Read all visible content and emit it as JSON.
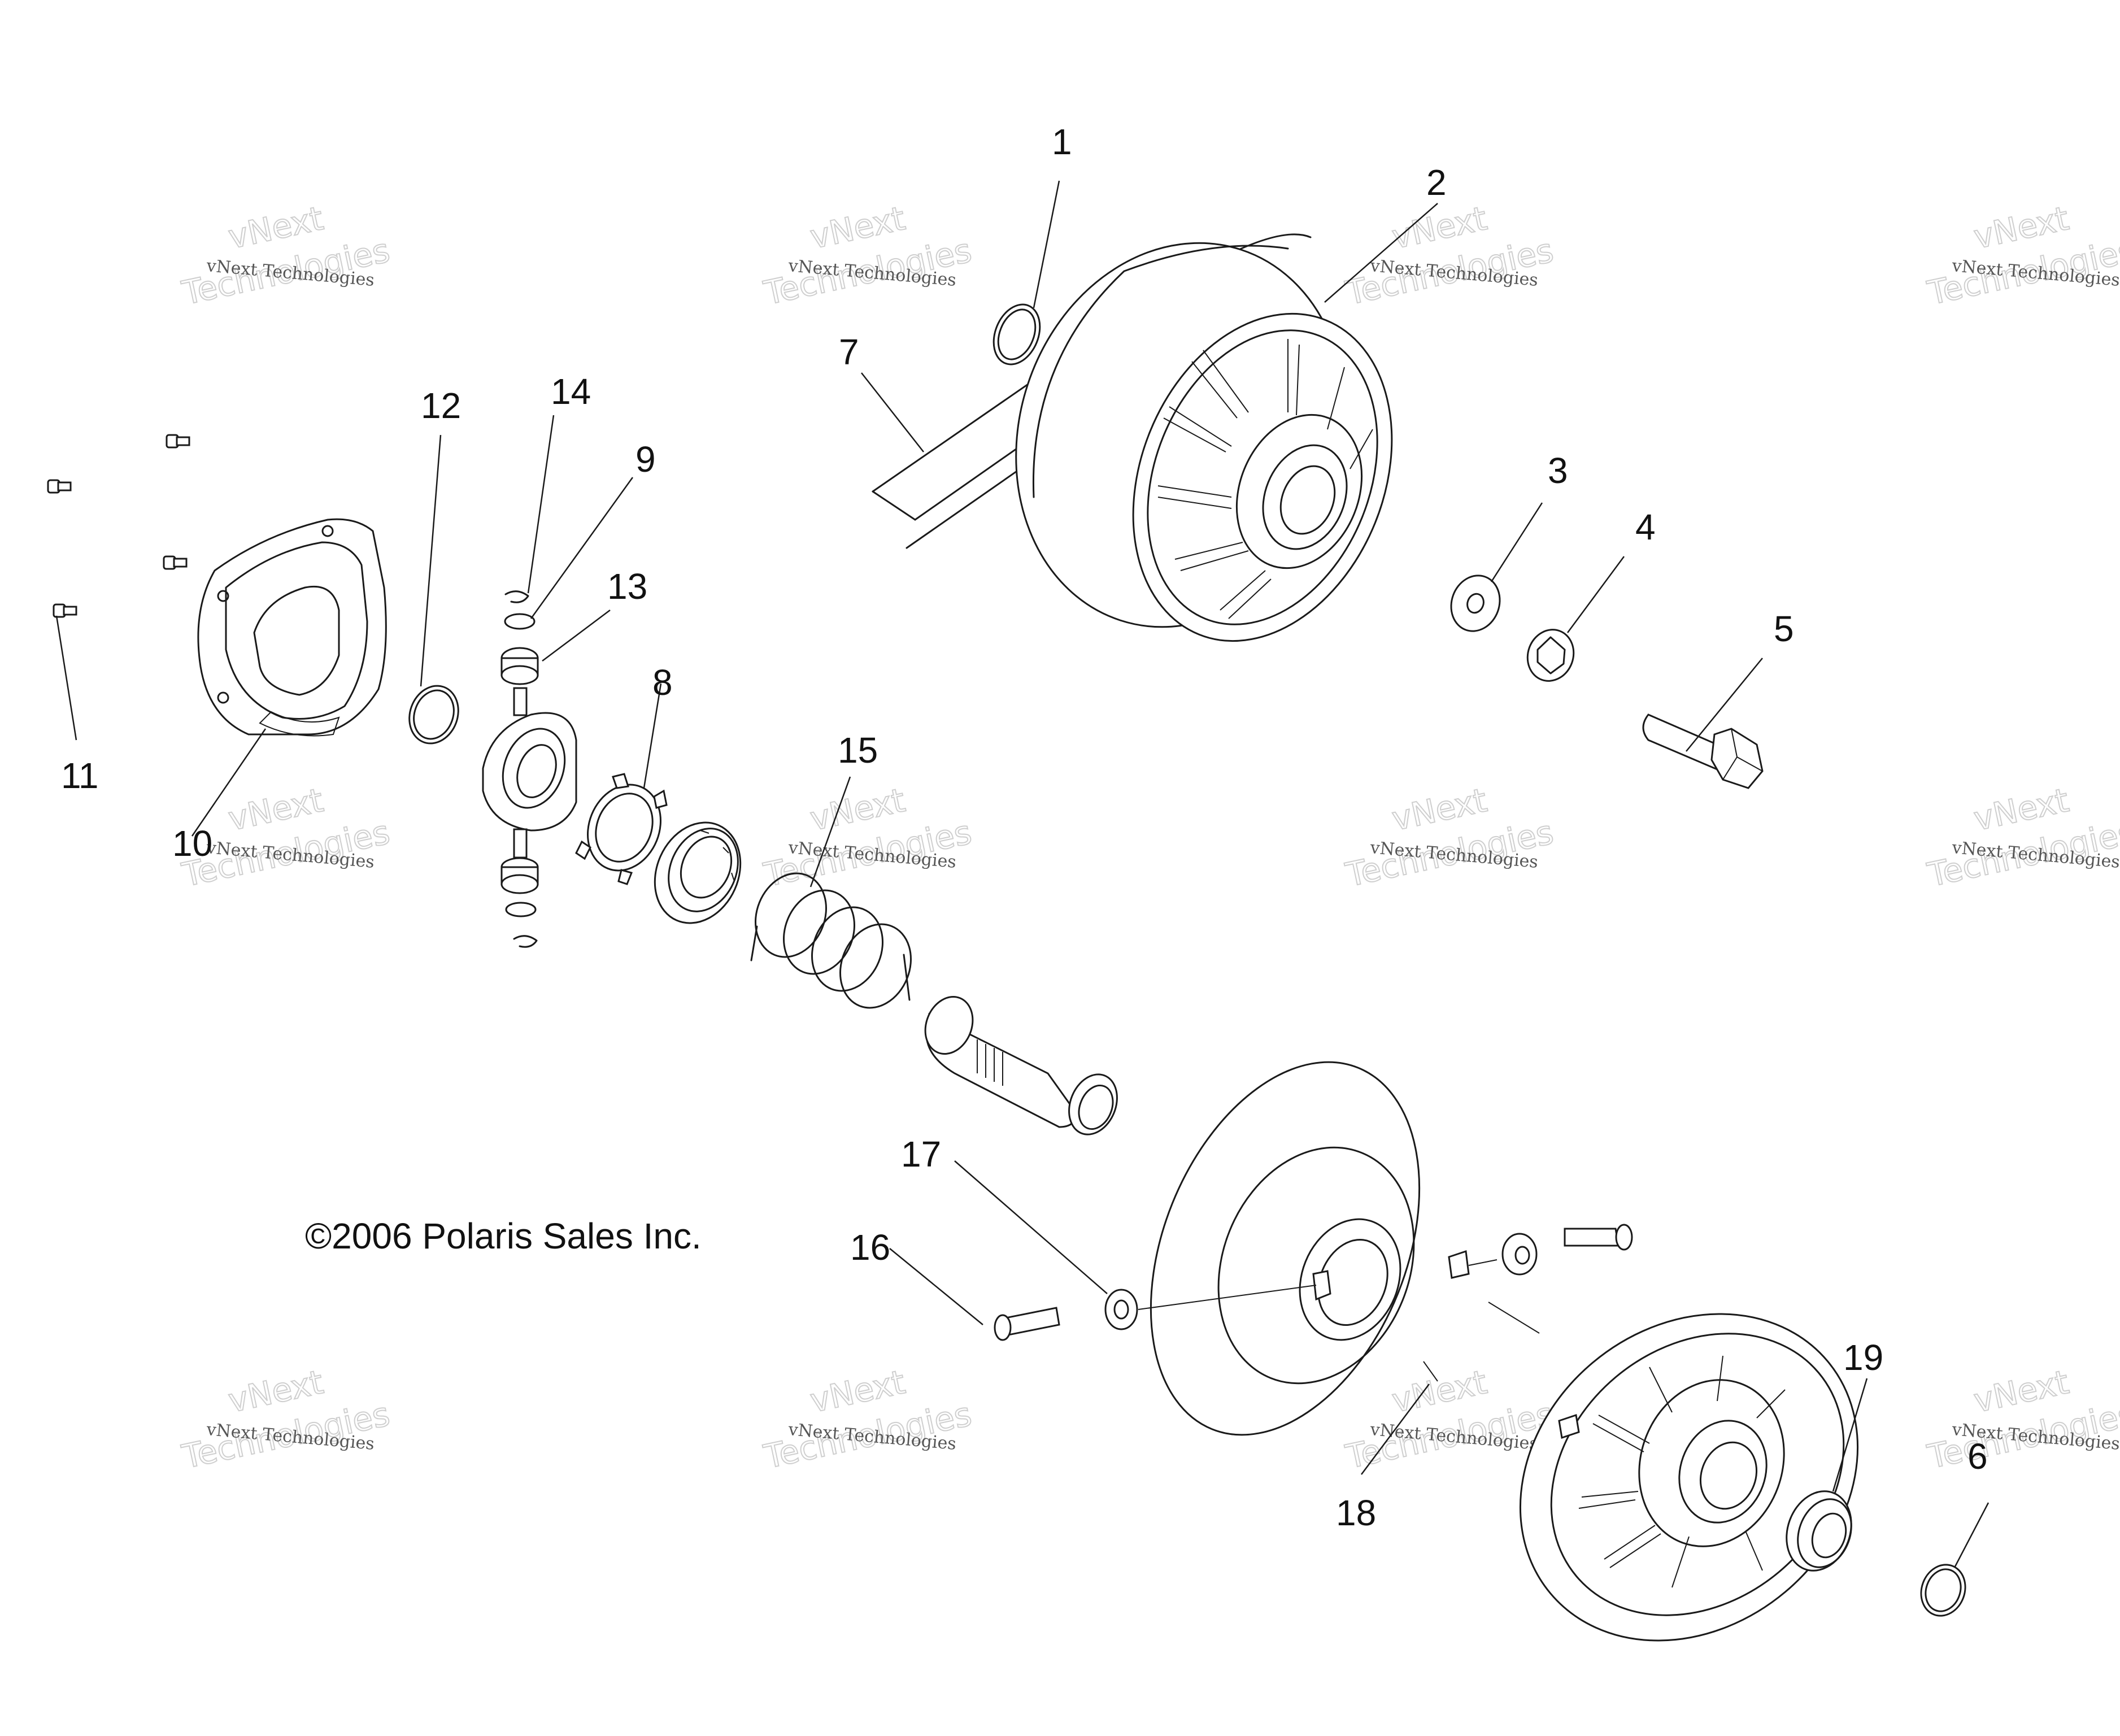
{
  "copyright": "©2006 Polaris Sales Inc.",
  "watermark": {
    "line1": "vNext Technologies",
    "line2_a": "vNext",
    "line2_b": "Technologies"
  },
  "callouts": [
    "1",
    "2",
    "3",
    "4",
    "5",
    "6",
    "7",
    "8",
    "9",
    "10",
    "11",
    "12",
    "13",
    "14",
    "15",
    "16",
    "17",
    "18",
    "19"
  ]
}
